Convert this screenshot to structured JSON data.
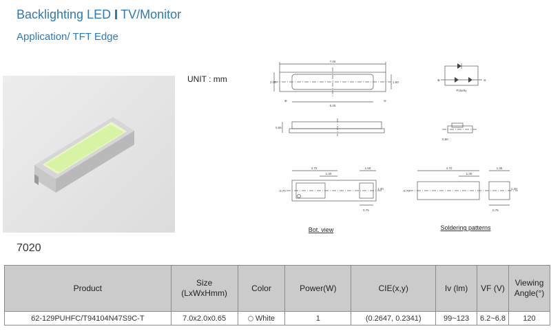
{
  "header": {
    "title_main": "Backlighting LED",
    "title_sub": "TV/Monitor",
    "subtitle": "Application/ TFT Edge"
  },
  "drawing": {
    "unit": "UNIT : mm",
    "dims": {
      "length": "7.00",
      "width": "2.00",
      "height": "0.65",
      "inner": "6.25",
      "pad_w": "1.50",
      "anode_mark": "⊕",
      "cathode_mark": "⊖",
      "pad_a": "4.70",
      "pad_b": "1.55",
      "pad_c": "1.30",
      "pad_d": "1.40",
      "pad_e": "0.70",
      "pad_f": "0.75",
      "sol_a": "4.70",
      "sol_b": "1.35",
      "sol_c": "1.30",
      "sol_d": "1.40",
      "sol_e": "0.70",
      "sol_f": "0.75",
      "side_h": "0.80"
    },
    "polarity_label": "Polarity",
    "bot_view_label": "Bot. view",
    "soldering_label": "Soldering patterns"
  },
  "series": "7020",
  "table": {
    "headers": {
      "product": "Product",
      "size_line1": "Size",
      "size_line2": "(LxWxHmm)",
      "color": "Color",
      "power": "Power(W)",
      "cie": "CIE(x,y)",
      "iv": "Iv (lm)",
      "vf": "VF (V)",
      "angle_line1": "Viewing",
      "angle_line2": "Angle(°)"
    },
    "rows": [
      {
        "product": "62-129PUHFC/T94104N47S9C-T",
        "size": "7.0x2.0x0.65",
        "color": "White",
        "power": "1",
        "cie": "(0.2647, 0.2341)",
        "iv": "99~123",
        "vf": "6.2~6.8",
        "angle": "120"
      }
    ]
  }
}
